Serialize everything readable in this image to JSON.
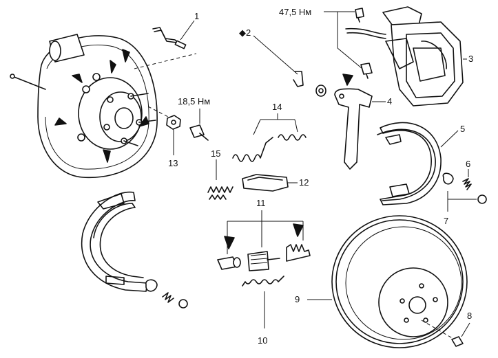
{
  "labels": {
    "l1": "1",
    "l2": "◆2",
    "l3": "3",
    "l4": "4",
    "l5": "5",
    "l6": "6",
    "l7": "7",
    "l8": "8",
    "l9": "9",
    "l10": "10",
    "l11": "11",
    "l12": "12",
    "l13": "13",
    "l14": "14",
    "l15": "15"
  },
  "torques": {
    "caliper_bolt": "47,5 Нм",
    "hub_bolt": "18,5 Нм"
  }
}
